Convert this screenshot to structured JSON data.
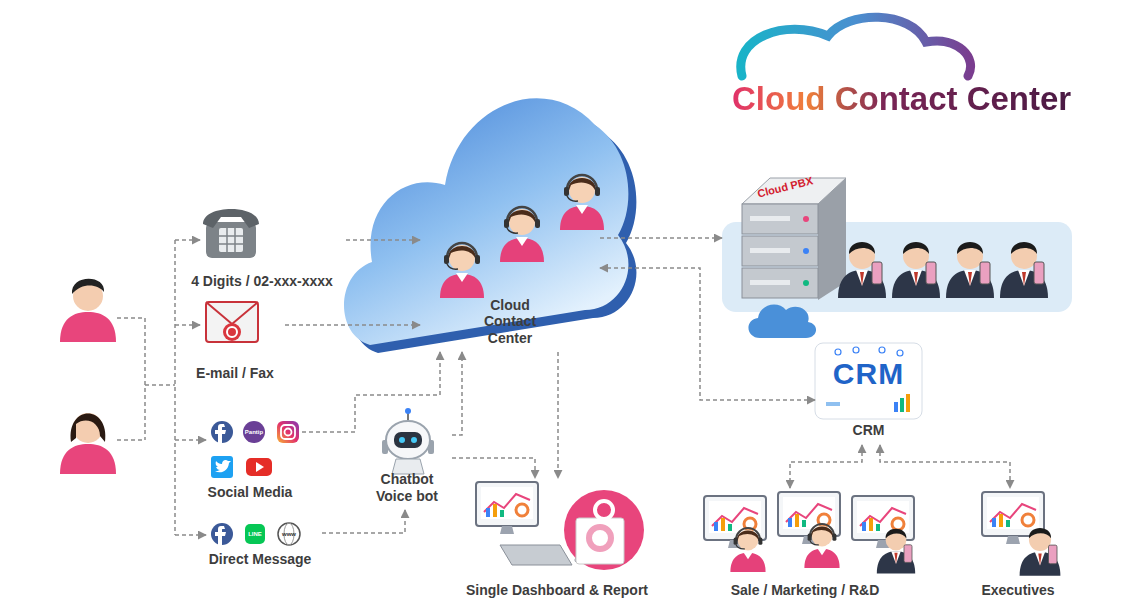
{
  "diagram": {
    "title": "Cloud Contact Center",
    "nodes": [
      {
        "text": [
          "4 Digits / 02-xxx-xxxx"
        ]
      },
      {
        "text": [
          "E-mail / Fax"
        ]
      },
      {
        "text": [
          "Social Media"
        ]
      },
      {
        "text": [
          "Direct Message"
        ]
      },
      {
        "text": [
          "Chatbot Voice bot"
        ]
      },
      {
        "text": [
          "Cloud Contact Center"
        ]
      },
      {
        "text": [
          "Single Dashboard & Report"
        ]
      },
      {
        "text": [
          "Cloud PBX"
        ]
      },
      {
        "text": [
          "CRM",
          "CRM"
        ]
      },
      {
        "text": [
          "Sale / Marketing / R&D"
        ]
      },
      {
        "text": [
          "Executives"
        ]
      }
    ],
    "edges": [
      {
        "from": 0,
        "to": 5,
        "arrow": "to"
      },
      {
        "from": 1,
        "to": 5,
        "arrow": "to"
      },
      {
        "from": 2,
        "to": 5,
        "arrow": "to"
      },
      {
        "from": 3,
        "to": 4,
        "arrow": "to"
      },
      {
        "from": 4,
        "to": 5,
        "arrow": "to"
      },
      {
        "from": 4,
        "to": 6,
        "arrow": "to"
      },
      {
        "from": 5,
        "to": 6,
        "arrow": "to"
      },
      {
        "from": 5,
        "to": 7,
        "arrow": "to"
      },
      {
        "from": 5,
        "to": 8,
        "arrow": "both"
      },
      {
        "from": 8,
        "to": 9,
        "arrow": "both"
      },
      {
        "from": 8,
        "to": 10,
        "arrow": "both"
      }
    ],
    "labels": [
      "Pantip",
      "LINE",
      "www"
    ]
  }
}
